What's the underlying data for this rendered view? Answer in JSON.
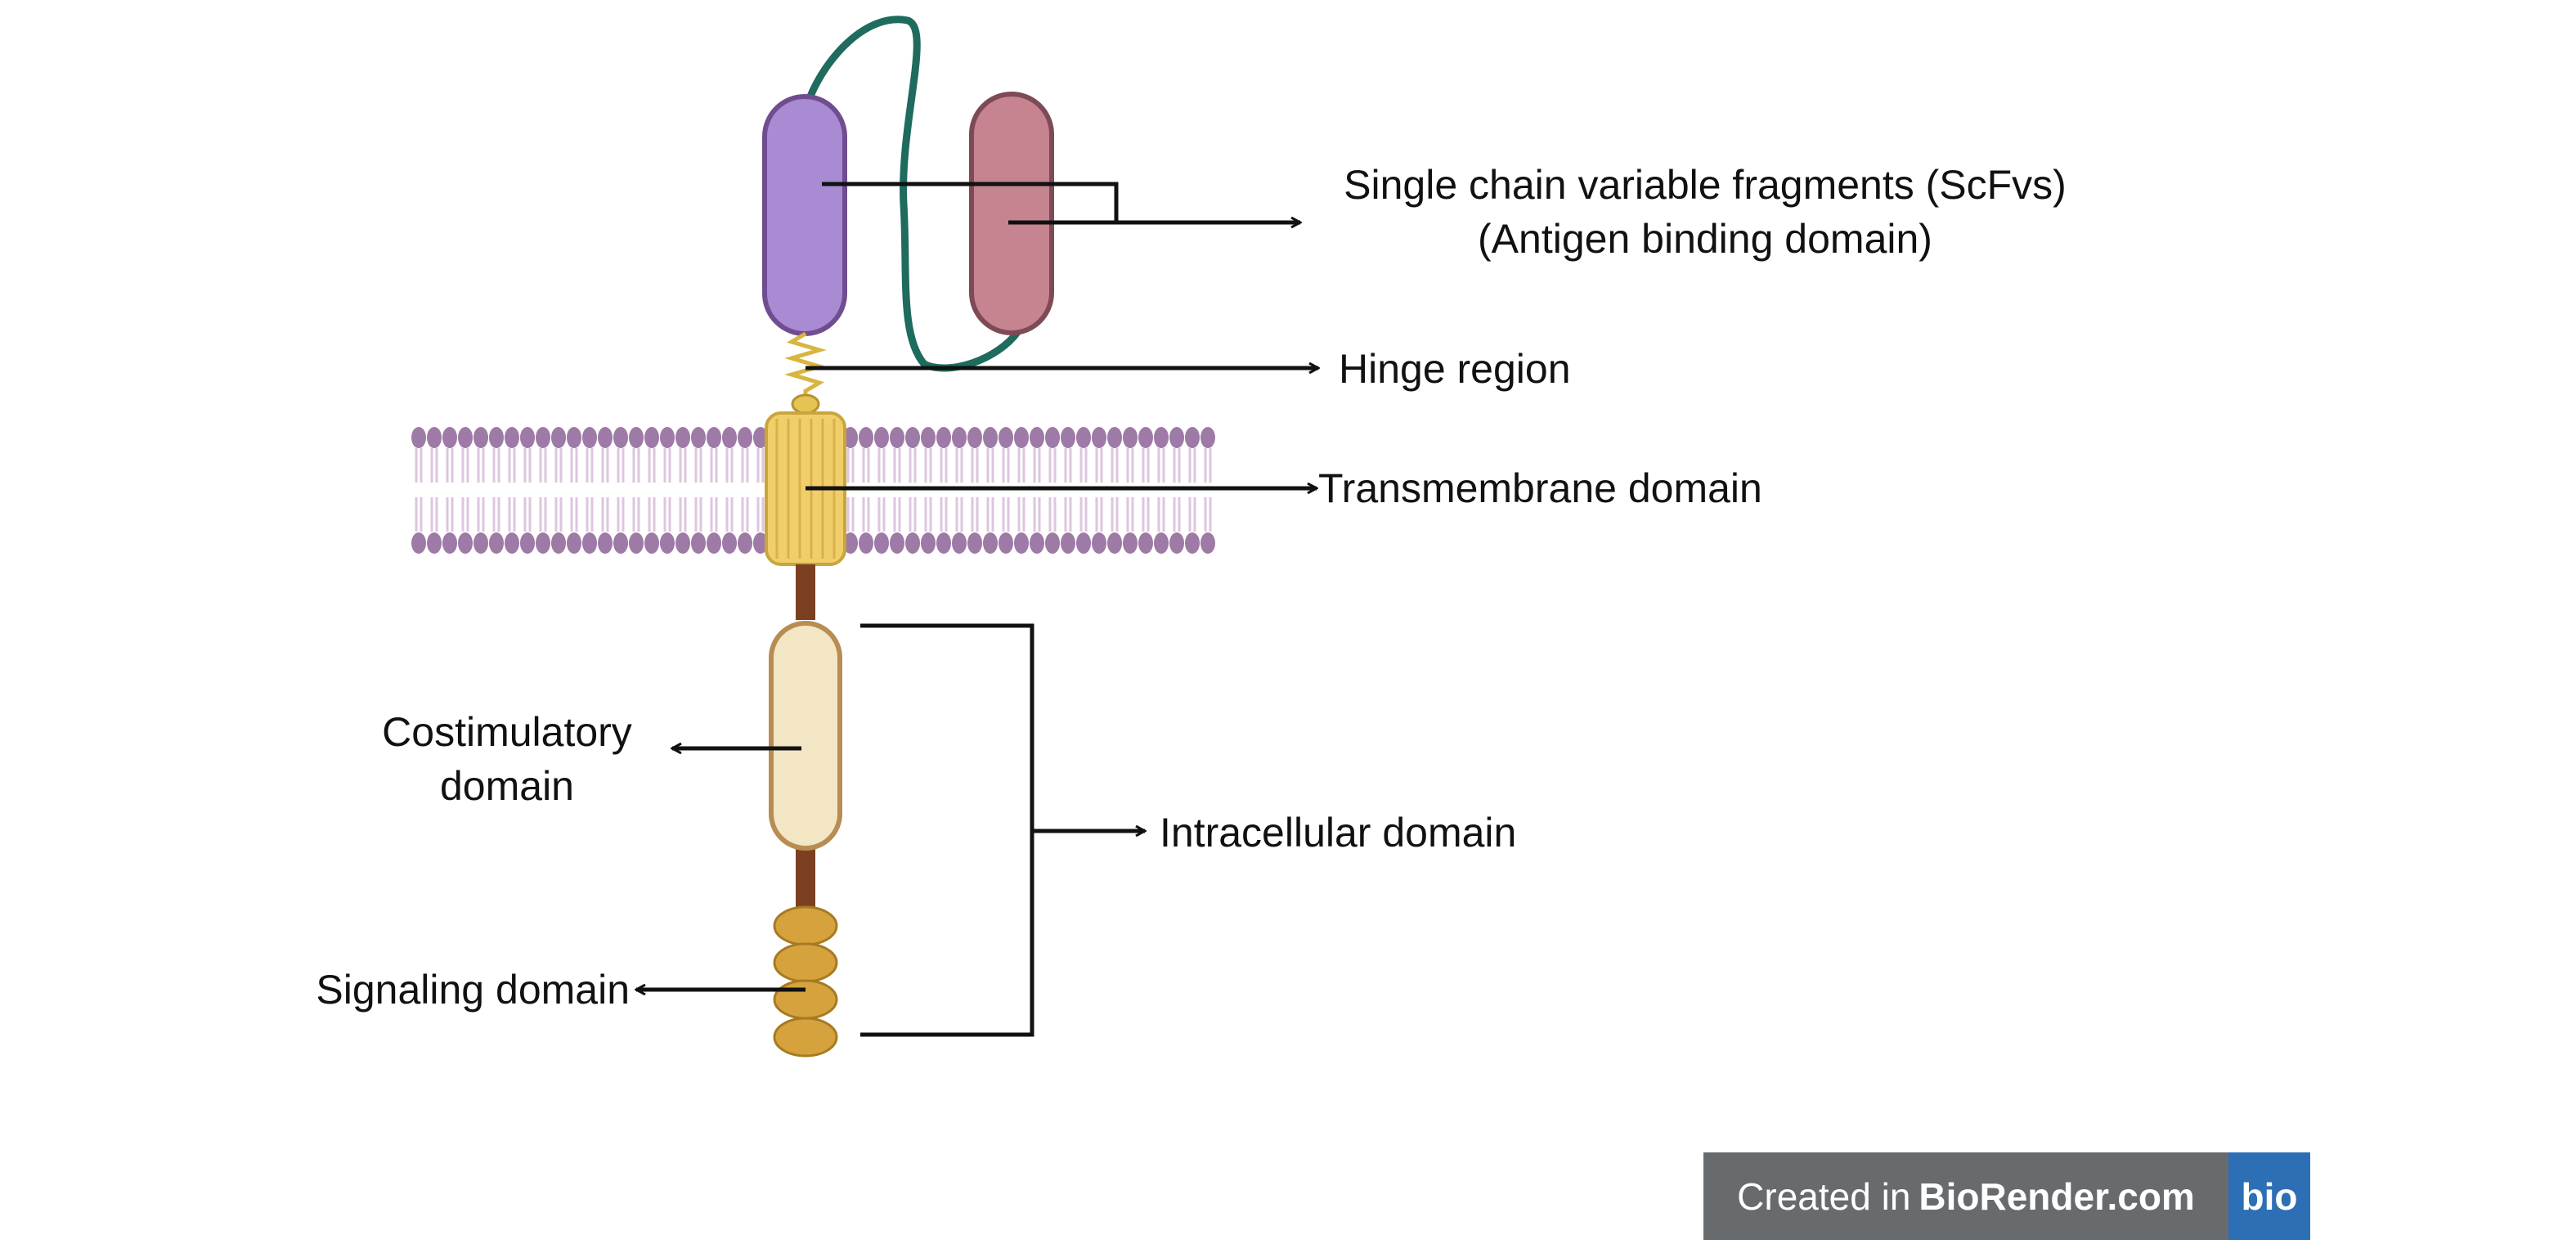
{
  "labels": {
    "scfv_line1": "Single chain variable fragments (ScFvs)",
    "scfv_line2": "(Antigen binding domain)",
    "hinge": "Hinge region",
    "transmembrane": "Transmembrane domain",
    "costim_line1": "Costimulatory",
    "costim_line2": "domain",
    "intracellular": "Intracellular domain",
    "signaling": "Signaling domain"
  },
  "watermark": {
    "prefix": "Created in",
    "brand": "BioRender.com",
    "logo": "bio"
  },
  "colors": {
    "vh_fill": "#a98bd3",
    "vh_stroke": "#6f4d90",
    "vl_fill": "#c58490",
    "vl_stroke": "#7d4a56",
    "linker": "#1f6b5e",
    "hinge": "#d9b540",
    "transmembrane_fill": "#f0cf6a",
    "membrane_head": "#9e7aa6",
    "membrane_tail": "#ddc6de",
    "connector": "#7b3f22",
    "costim_fill": "#f3e6c4",
    "costim_stroke": "#b88c52",
    "signaling_fill": "#d6a23d",
    "signaling_stroke": "#a77a22",
    "arrow": "#111111",
    "badge_bg": "#686b6e",
    "badge_logo_bg": "#2d6fb5"
  }
}
